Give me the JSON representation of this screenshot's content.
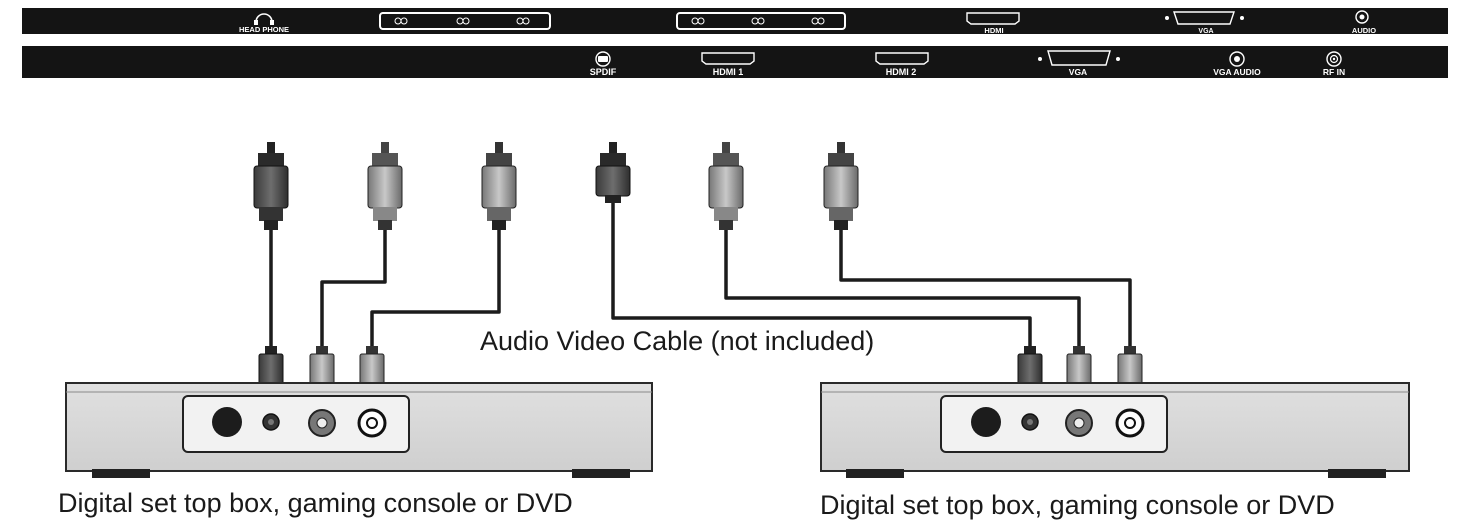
{
  "panels": {
    "top": {
      "labels": {
        "headphone": "HEAD PHONE",
        "hdmi": "HDMI",
        "vga": "VGA",
        "audio": "AUDIO"
      }
    },
    "bottom": {
      "labels": {
        "spdif": "SPDIF",
        "hdmi1": "HDMI 1",
        "hdmi2": "HDMI 2",
        "vga": "VGA",
        "vga_audio": "VGA AUDIO",
        "rf_in": "RF IN"
      }
    }
  },
  "cable_label": "Audio Video Cable (not included)",
  "devices": {
    "left": {
      "label": "Digital set top box, gaming console or DVD"
    },
    "right": {
      "label": "Digital set top box, gaming console or DVD"
    }
  }
}
